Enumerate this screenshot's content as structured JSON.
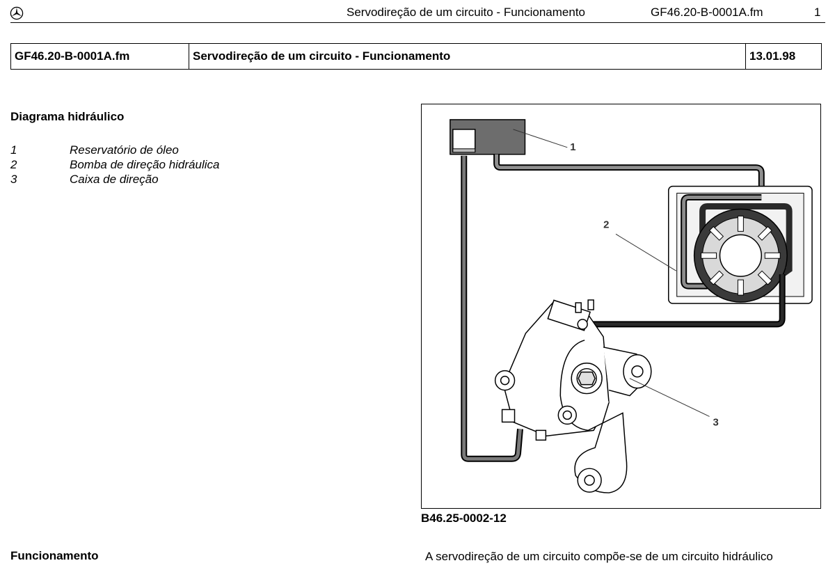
{
  "header": {
    "title": "Servodireção de um circuito - Funcionamento",
    "file": "GF46.20-B-0001A.fm",
    "page": "1"
  },
  "meta_table": {
    "doc_id": "GF46.20-B-0001A.fm",
    "title": "Servodireção de um circuito - Funcionamento",
    "date": "13.01.98"
  },
  "diagram_section": {
    "heading": "Diagrama hidráulico",
    "legend": [
      {
        "num": "1",
        "label": "Reservatório de óleo"
      },
      {
        "num": "2",
        "label": "Bomba de direção hidráulica"
      },
      {
        "num": "3",
        "label": "Caixa de direção"
      }
    ]
  },
  "figure": {
    "callouts": [
      "1",
      "2",
      "3"
    ],
    "caption": "B46.25-0002-12"
  },
  "function_section": {
    "heading": "Funcionamento",
    "text": "A servodireção de um circuito compõe-se de um circuito hidráulico"
  }
}
